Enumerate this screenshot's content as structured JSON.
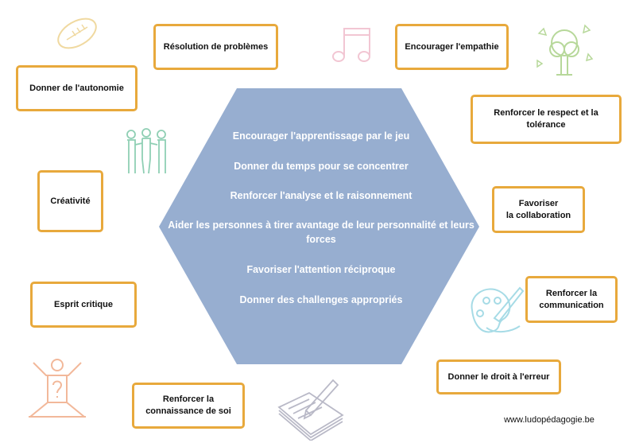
{
  "hexagon": {
    "color": "#97aed0",
    "lines": [
      "Encourager l'apprentissage par le jeu",
      "Donner du temps pour se concentrer",
      "Renforcer l'analyse et le raisonnement",
      "Aider les personnes à tirer avantage de leur personnalité et leurs forces",
      "Favoriser l'attention réciproque",
      "Donner des challenges appropriés"
    ]
  },
  "boxes": {
    "resolution": "Résolution de problèmes",
    "autonomie": "Donner de l'autonomie",
    "creativite": "Créativité",
    "esprit": "Esprit critique",
    "connaissance": "Renforcer la\nconnaissance de soi",
    "empathie": "Encourager l'empathie",
    "respect": "Renforcer le respect et la\ntolérance",
    "collaboration": "Favoriser\nla collaboration",
    "communication": "Renforcer la\ncommunication",
    "erreur": "Donner le droit à l'erreur"
  },
  "footer": "www.ludopédagogie.be",
  "colors": {
    "border": "#e8a93c",
    "hexagon": "#97aed0"
  },
  "icons": [
    "football-icon",
    "music-note-icon",
    "tree-icon",
    "people-icon",
    "palette-icon",
    "yoga-person-icon",
    "notepad-pencil-icon"
  ]
}
